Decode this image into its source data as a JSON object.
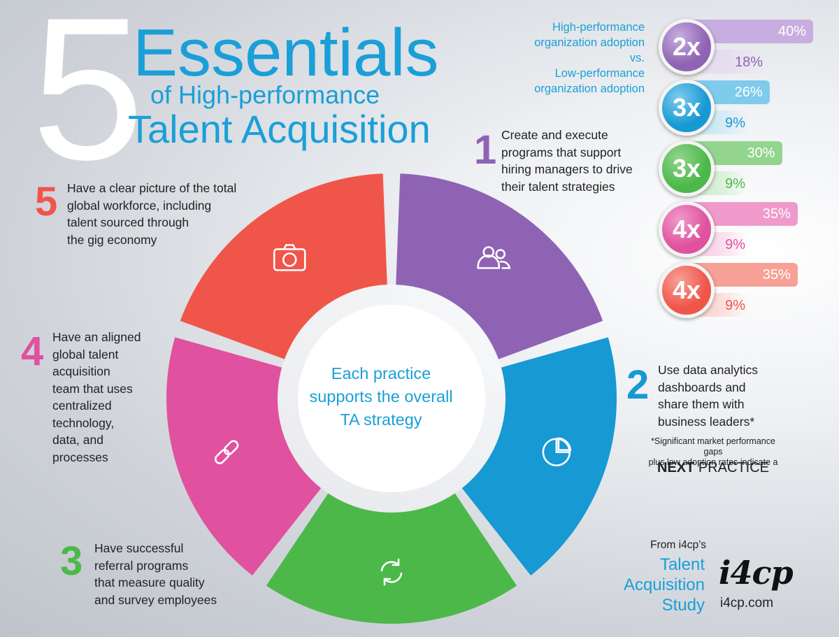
{
  "title": {
    "big_number": "5",
    "line1": "Essentials",
    "line2": "of High-performance",
    "line3": "Talent Acquisition"
  },
  "legend": {
    "line1": "High-performance",
    "line2": "organization adoption",
    "line3": "vs.",
    "line4": "Low-performance",
    "line5": "organization adoption"
  },
  "stats": [
    {
      "multiplier": "2x",
      "high": "40%",
      "low": "18%",
      "color": "#8e63b4",
      "light": "#c8aee0",
      "lighter": "#e6dcf0"
    },
    {
      "multiplier": "3x",
      "high": "26%",
      "low": "9%",
      "color": "#1799d3",
      "light": "#7fcbec",
      "lighter": "#cde9f6"
    },
    {
      "multiplier": "3x",
      "high": "30%",
      "low": "9%",
      "color": "#4db84a",
      "light": "#93d48e",
      "lighter": "#d6efd3"
    },
    {
      "multiplier": "4x",
      "high": "35%",
      "low": "9%",
      "color": "#e0519f",
      "light": "#f09acb",
      "lighter": "#f9d8ea"
    },
    {
      "multiplier": "4x",
      "high": "35%",
      "low": "9%",
      "color": "#f0554a",
      "light": "#f7a096",
      "lighter": "#fcd9d4"
    }
  ],
  "practices": [
    {
      "number": "1",
      "text_lines": [
        "Create and execute",
        "programs that support",
        "hiring managers to drive",
        "their talent strategies"
      ],
      "color": "#8e63b4",
      "icon": "people-icon"
    },
    {
      "number": "2",
      "text_lines": [
        "Use data analytics",
        "dashboards and",
        "share them with",
        "business leaders*"
      ],
      "color": "#1799d3",
      "icon": "pie-chart-icon"
    },
    {
      "number": "3",
      "text_lines": [
        "Have successful",
        "referral programs",
        "that measure quality",
        "and survey employees"
      ],
      "color": "#4db84a",
      "icon": "refresh-icon"
    },
    {
      "number": "4",
      "text_lines": [
        "Have an aligned",
        "global talent",
        "acquisition",
        "team that uses",
        "centralized",
        "technology,",
        "data, and",
        "processes"
      ],
      "color": "#e0519f",
      "icon": "link-icon"
    },
    {
      "number": "5",
      "text_lines": [
        "Have a clear picture of the total",
        "global workforce, including",
        "talent sourced through",
        "the gig economy"
      ],
      "color": "#f0554a",
      "icon": "camera-icon"
    }
  ],
  "center": {
    "line1": "Each practice",
    "line2": "supports the overall",
    "line3": "TA strategy"
  },
  "note": {
    "line1": "*Significant market performance gaps",
    "line2": "plus low adoption rates indicate a",
    "next_bold": "NEXT",
    "next_rest": "PRACTICE"
  },
  "source": {
    "from": "From i4cp’s",
    "study_line1": "Talent",
    "study_line2": "Acquisition",
    "study_line3": "Study",
    "logo": "i4cp",
    "url": "i4cp.com"
  }
}
